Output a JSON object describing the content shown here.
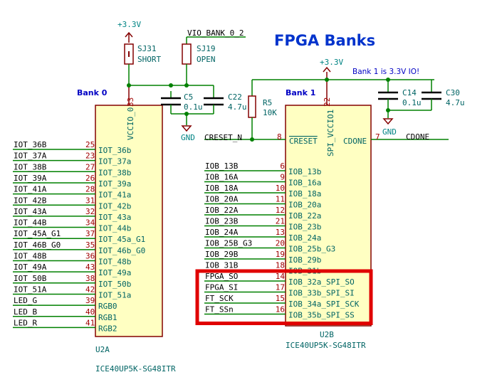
{
  "title": "FPGA Banks",
  "colors": {
    "wire": "#008000",
    "body_fill": "#ffffc2",
    "body_stroke": "#840000",
    "pin_num": "#a00000",
    "label_blue": "#0000c4",
    "label_dark": "#000000",
    "ref_teal": "#006464",
    "highlight": "#e00000",
    "title_blue": "#0033cc"
  },
  "power": {
    "v33_left": "+3.3V",
    "v33_right": "+3.3V",
    "vio_label": "VIO_BANK_0_2",
    "gnd_left": "GND",
    "gnd_right": "GND"
  },
  "jumpers": {
    "sj31": {
      "ref": "SJ31",
      "value": "SHORT"
    },
    "sj19": {
      "ref": "SJ19",
      "value": "OPEN"
    }
  },
  "caps": {
    "c5": {
      "ref": "C5",
      "value": "0.1u"
    },
    "c22": {
      "ref": "C22",
      "value": "4.7u"
    },
    "c14": {
      "ref": "C14",
      "value": "0.1u"
    },
    "c30": {
      "ref": "C30",
      "value": "4.7u"
    }
  },
  "resistor": {
    "ref": "R5",
    "value": "10K"
  },
  "bank0": {
    "label": "Bank 0",
    "vcc_pin_num": "33",
    "vcc_pin_name": "VCCIO_0",
    "ref": "U2A",
    "part": "ICE40UP5K-SG48ITR",
    "pins": [
      {
        "net": "IOT_36B",
        "num": "25",
        "name": "IOT_36b"
      },
      {
        "net": "IOT_37A",
        "num": "23",
        "name": "IOT_37a"
      },
      {
        "net": "IOT_38B",
        "num": "27",
        "name": "IOT_38b"
      },
      {
        "net": "IOT_39A",
        "num": "26",
        "name": "IOT_39a"
      },
      {
        "net": "IOT_41A",
        "num": "28",
        "name": "IOT_41a"
      },
      {
        "net": "IOT_42B",
        "num": "31",
        "name": "IOT_42b"
      },
      {
        "net": "IOT_43A",
        "num": "32",
        "name": "IOT_43a"
      },
      {
        "net": "IOT_44B",
        "num": "34",
        "name": "IOT_44b"
      },
      {
        "net": "IOT_45A_G1",
        "num": "37",
        "name": "IOT_45a_G1"
      },
      {
        "net": "IOT_46B_G0",
        "num": "35",
        "name": "IOT_46b_G0"
      },
      {
        "net": "IOT_48B",
        "num": "36",
        "name": "IOT_48b"
      },
      {
        "net": "IOT_49A",
        "num": "43",
        "name": "IOT_49a"
      },
      {
        "net": "IOT_50B",
        "num": "38",
        "name": "IOT_50b"
      },
      {
        "net": "IOT_51A",
        "num": "42",
        "name": "IOT_51a"
      },
      {
        "net": "LED_G",
        "num": "39",
        "name": "RGB0"
      },
      {
        "net": "LED_B",
        "num": "40",
        "name": "RGB1"
      },
      {
        "net": "LED_R",
        "num": "41",
        "name": "RGB2"
      }
    ]
  },
  "bank1": {
    "label": "Bank 1",
    "note": "Bank 1 is 3.3V IO!",
    "vcc_pin_num": "22",
    "vcc_pin_name": "SPI_VCCIO1",
    "ref": "U2B",
    "part": "ICE40UP5K-SG48ITR",
    "creset": {
      "net": "CRESET_N",
      "num": "8",
      "name": "CRESET"
    },
    "cdone": {
      "net": "CDONE",
      "num": "7",
      "name": "CDONE"
    },
    "pins": [
      {
        "net": "IOB_13B",
        "num": "6",
        "name": "IOB_13b"
      },
      {
        "net": "IOB_16A",
        "num": "9",
        "name": "IOB_16a"
      },
      {
        "net": "IOB_18A",
        "num": "10",
        "name": "IOB_18a"
      },
      {
        "net": "IOB_20A",
        "num": "11",
        "name": "IOB_20a"
      },
      {
        "net": "IOB_22A",
        "num": "12",
        "name": "IOB_22a"
      },
      {
        "net": "IOB_23B",
        "num": "21",
        "name": "IOB_23b"
      },
      {
        "net": "IOB_24A",
        "num": "13",
        "name": "IOB_24a"
      },
      {
        "net": "IOB_25B_G3",
        "num": "20",
        "name": "IOB_25b_G3"
      },
      {
        "net": "IOB_29B",
        "num": "19",
        "name": "IOB_29b"
      },
      {
        "net": "IOB_31B",
        "num": "18",
        "name": "IOB_31b"
      },
      {
        "net": "FPGA_SO",
        "num": "14",
        "name": "IOB_32a_SPI_SO"
      },
      {
        "net": "FPGA_SI",
        "num": "17",
        "name": "IOB_33b_SPI_SI"
      },
      {
        "net": "FT_SCK",
        "num": "15",
        "name": "IOB_34a_SPI_SCK"
      },
      {
        "net": "FT_SSn",
        "num": "16",
        "name": "IOB_35b_SPI_SS"
      }
    ]
  }
}
